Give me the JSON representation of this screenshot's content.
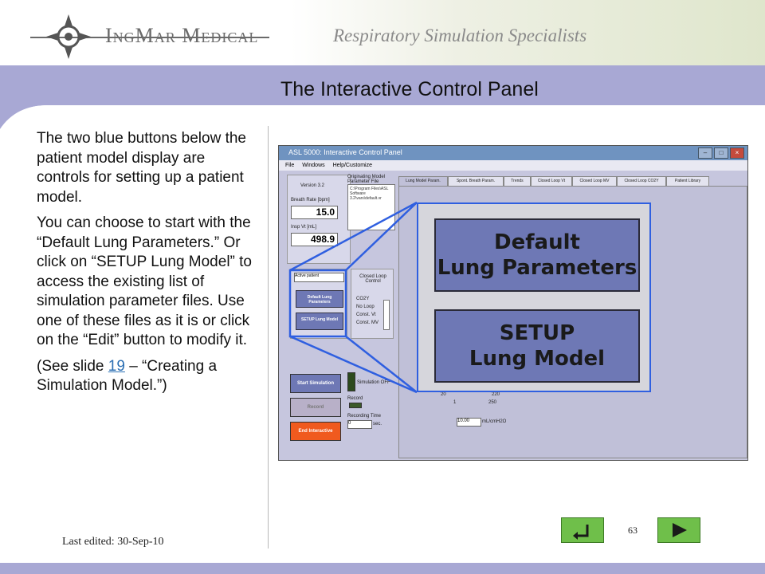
{
  "header": {
    "company": "IngMar Medical",
    "tagline": "Respiratory Simulation Specialists",
    "title": "The Interactive Control Panel"
  },
  "body": {
    "p1": "The two blue buttons below the patient model display are controls for setting up a patient model.",
    "p2": "You can choose to start with the “Default Lung Parameters.” Or click on “SETUP Lung Model” to access the existing list of simulation parameter files.  Use one of these files as it is or click on the “Edit” button to modify it.",
    "p3_before": "(See slide ",
    "p3_link": "19",
    "p3_after": " – “Creating a Simulation Model.”)"
  },
  "footer": {
    "edited": "Last edited: 30-Sep-10",
    "slide_number": "63"
  },
  "screenshot": {
    "window_title": "ASL 5000: Interactive Control Panel",
    "menu": [
      "File",
      "Windows",
      "Help/Customize"
    ],
    "version": "Version 3.2",
    "orig_label": "Originating Model Parameter File",
    "orig_path": "C:\\Program Files\\ASL Software 3.2\\vars\\default.vr",
    "breath_rate_label": "Breath Rate [bpm]",
    "breath_rate_value": "15.0",
    "insp_vt_label": "Insp Vt [mL]",
    "insp_vt_value": "498.9",
    "active_patient": "Active patient",
    "mini_default": "Default Lung Parameters",
    "mini_setup": "SETUP Lung Model",
    "loop_title": "Closed Loop Control",
    "loop_options": [
      "CO2Y",
      "No Loop",
      "Const. Vt",
      "Const. MV"
    ],
    "tabs": [
      "Lung Model Param.",
      "Spont. Breath Param.",
      "Trends",
      "Closed Loop Vt",
      "Closed Loop MV",
      "Closed Loop CO2Y",
      "Patient Library"
    ],
    "start_sim": "Start Simulation",
    "sim_status": "Simulation OFF",
    "record_btn": "Record",
    "record_label": "Record",
    "end_btn": "End Interactive",
    "recording_time_label": "Recording Time",
    "recording_time_value": "0",
    "recording_time_unit": "sec.",
    "comp_value": "10.00",
    "comp_unit": "mL/cmH2O",
    "dial_labels": [
      "20",
      "1",
      "250",
      "220"
    ]
  },
  "zoom": {
    "default_line1": "Default",
    "default_line2": "Lung Parameters",
    "setup_line1": "SETUP",
    "setup_line2": "Lung Model"
  },
  "colors": {
    "title_band": "#a8a8d4",
    "highlight": "#2f5fe0",
    "button_blue": "#6e78b5",
    "nav_green": "#6fbf4a",
    "link": "#2b6fb3"
  }
}
